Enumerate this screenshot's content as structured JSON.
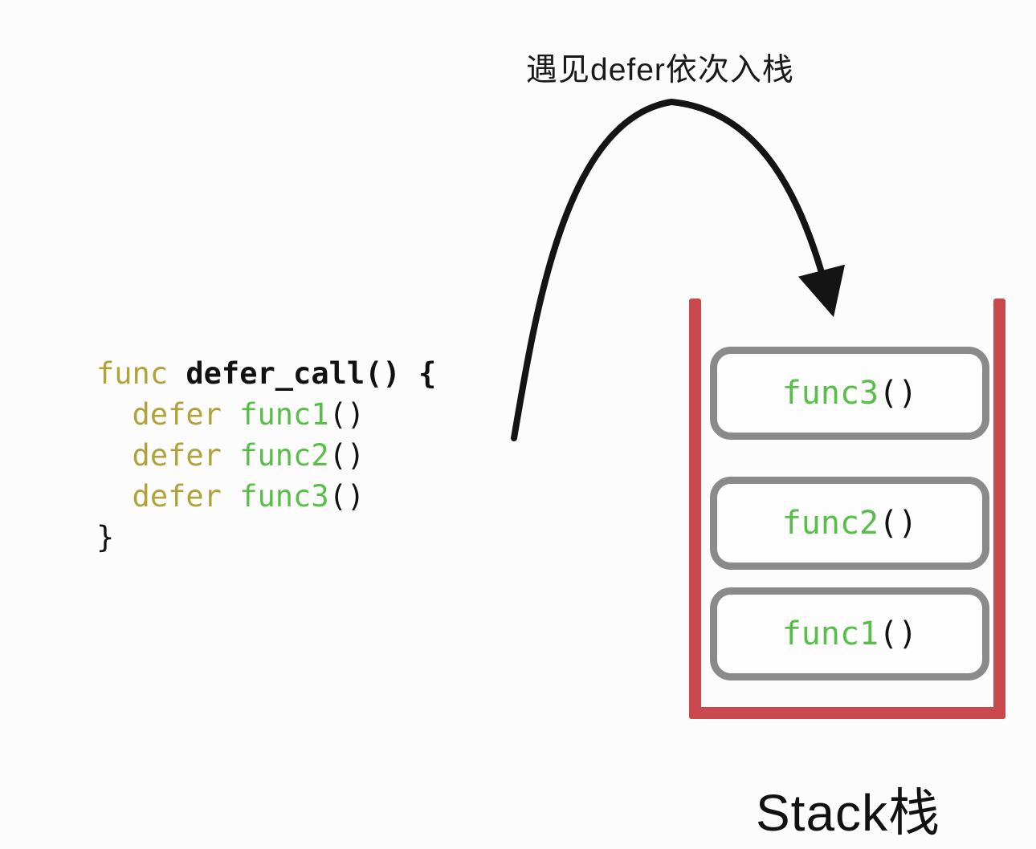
{
  "title": "遇见defer依次入栈",
  "code": {
    "line1": {
      "kw": "func",
      "rest": " defer_call() {"
    },
    "line2": {
      "kw": "  defer ",
      "fn": "func1",
      "paren": "()"
    },
    "line3": {
      "kw": "  defer ",
      "fn": "func2",
      "paren": "()"
    },
    "line4": {
      "kw": "  defer ",
      "fn": "func3",
      "paren": "()"
    },
    "line5": {
      "brace": "}"
    }
  },
  "stack": {
    "label": "Stack栈",
    "items": [
      {
        "fn": "func3",
        "paren": "()"
      },
      {
        "fn": "func2",
        "paren": "()"
      },
      {
        "fn": "func1",
        "paren": "()"
      }
    ]
  },
  "colors": {
    "keyword_olive": "#b1a33c",
    "function_green": "#57bf48",
    "stack_red": "#c9494e",
    "box_border_gray": "#8a8a8a",
    "arrow_black": "#141414"
  }
}
